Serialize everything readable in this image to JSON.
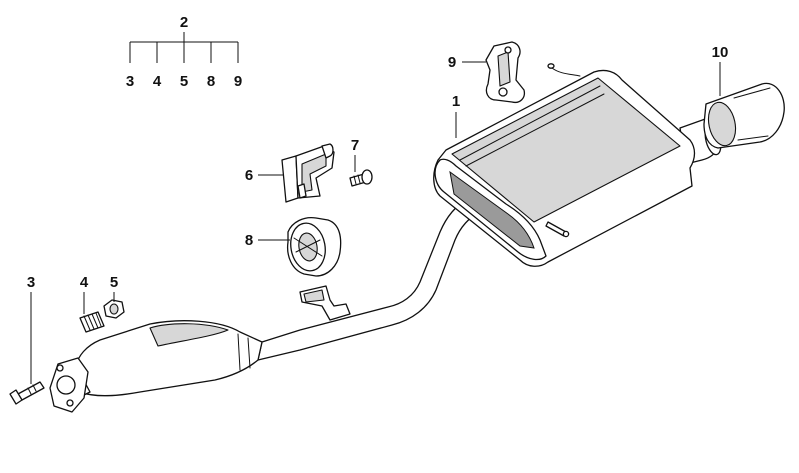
{
  "legend": {
    "group_label": "2",
    "items": [
      "3",
      "4",
      "5",
      "8",
      "9"
    ]
  },
  "callouts": {
    "muffler": "1",
    "hanger": "9",
    "tailpipe_tip": "10",
    "bracket": "6",
    "screw": "7",
    "rubber_mount": "8",
    "bolt": "3",
    "spring": "4",
    "nut": "5"
  }
}
